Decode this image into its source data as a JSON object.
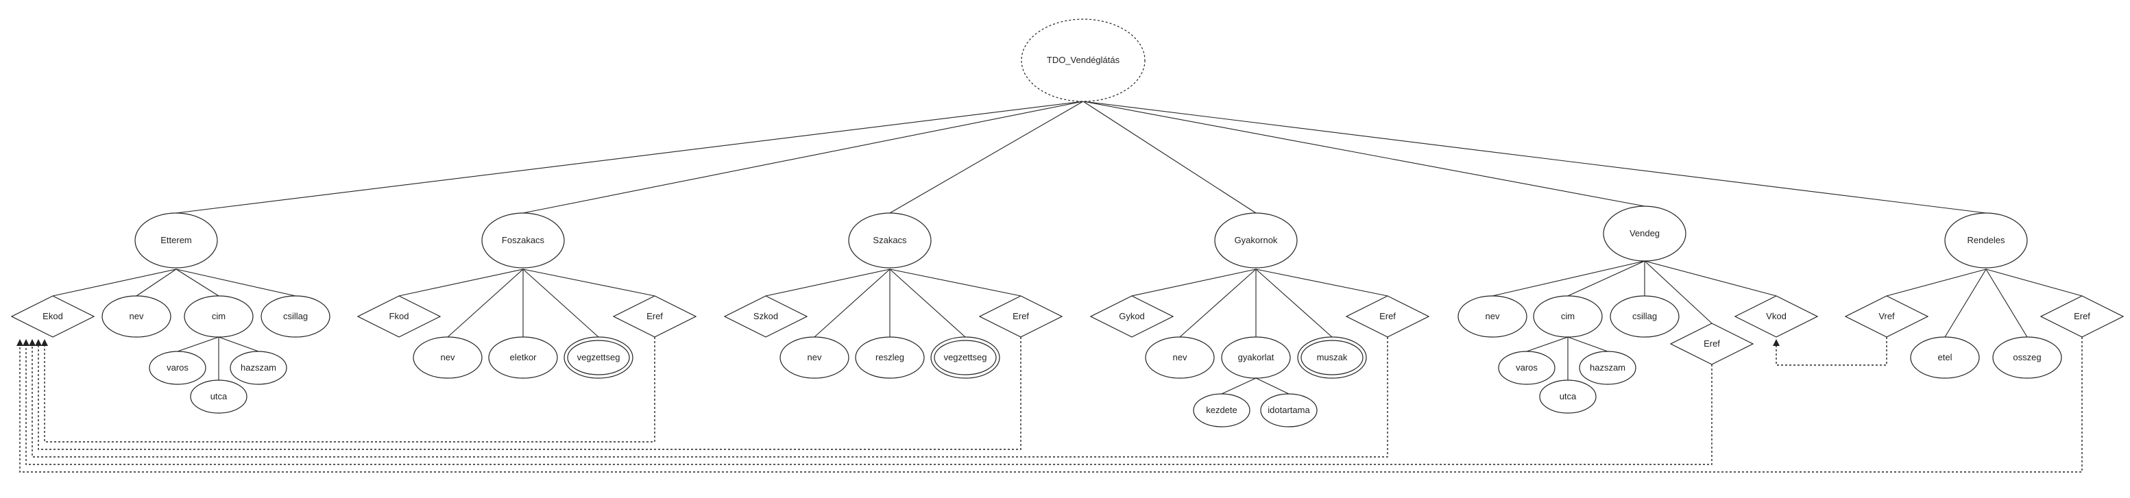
{
  "diagram": {
    "root": "TDO_Vendéglátás",
    "entities": [
      {
        "id": "etterem",
        "label": "Etterem"
      },
      {
        "id": "foszakacs",
        "label": "Foszakacs"
      },
      {
        "id": "szakacs",
        "label": "Szakacs"
      },
      {
        "id": "gyakornok",
        "label": "Gyakornok"
      },
      {
        "id": "vendeg",
        "label": "Vendeg"
      },
      {
        "id": "rendeles",
        "label": "Rendeles"
      }
    ],
    "nodes": [
      {
        "id": "etterem_ekod",
        "label": "Ekod",
        "kind": "key",
        "parent": "etterem"
      },
      {
        "id": "etterem_nev",
        "label": "nev",
        "kind": "attr",
        "parent": "etterem"
      },
      {
        "id": "etterem_cim",
        "label": "cim",
        "kind": "attr",
        "parent": "etterem"
      },
      {
        "id": "etterem_csillag",
        "label": "csillag",
        "kind": "attr",
        "parent": "etterem"
      },
      {
        "id": "etterem_varos",
        "label": "varos",
        "kind": "attr",
        "parent": "etterem_cim"
      },
      {
        "id": "etterem_utca",
        "label": "utca",
        "kind": "attr",
        "parent": "etterem_cim"
      },
      {
        "id": "etterem_hazszam",
        "label": "hazszam",
        "kind": "attr",
        "parent": "etterem_cim"
      },
      {
        "id": "foszakacs_fkod",
        "label": "Fkod",
        "kind": "key",
        "parent": "foszakacs"
      },
      {
        "id": "foszakacs_nev",
        "label": "nev",
        "kind": "attr",
        "parent": "foszakacs"
      },
      {
        "id": "foszakacs_eletkor",
        "label": "eletkor",
        "kind": "attr",
        "parent": "foszakacs"
      },
      {
        "id": "foszakacs_vegzettseg",
        "label": "vegzettseg",
        "kind": "multi",
        "parent": "foszakacs"
      },
      {
        "id": "foszakacs_eref",
        "label": "Eref",
        "kind": "key",
        "parent": "foszakacs"
      },
      {
        "id": "szakacs_szkod",
        "label": "Szkod",
        "kind": "key",
        "parent": "szakacs"
      },
      {
        "id": "szakacs_nev",
        "label": "nev",
        "kind": "attr",
        "parent": "szakacs"
      },
      {
        "id": "szakacs_reszleg",
        "label": "reszleg",
        "kind": "attr",
        "parent": "szakacs"
      },
      {
        "id": "szakacs_vegzettseg",
        "label": "vegzettseg",
        "kind": "multi",
        "parent": "szakacs"
      },
      {
        "id": "szakacs_eref",
        "label": "Eref",
        "kind": "key",
        "parent": "szakacs"
      },
      {
        "id": "gyakornok_gykod",
        "label": "Gykod",
        "kind": "key",
        "parent": "gyakornok"
      },
      {
        "id": "gyakornok_nev",
        "label": "nev",
        "kind": "attr",
        "parent": "gyakornok"
      },
      {
        "id": "gyakornok_gyakorlat",
        "label": "gyakorlat",
        "kind": "attr",
        "parent": "gyakornok"
      },
      {
        "id": "gyakornok_muszak",
        "label": "muszak",
        "kind": "multi",
        "parent": "gyakornok"
      },
      {
        "id": "gyakornok_eref",
        "label": "Eref",
        "kind": "key",
        "parent": "gyakornok"
      },
      {
        "id": "gyakornok_kezdete",
        "label": "kezdete",
        "kind": "attr",
        "parent": "gyakornok_gyakorlat"
      },
      {
        "id": "gyakornok_idotartama",
        "label": "idotartama",
        "kind": "attr",
        "parent": "gyakornok_gyakorlat"
      },
      {
        "id": "vendeg_nev",
        "label": "nev",
        "kind": "attr",
        "parent": "vendeg"
      },
      {
        "id": "vendeg_cim",
        "label": "cim",
        "kind": "attr",
        "parent": "vendeg"
      },
      {
        "id": "vendeg_csillag",
        "label": "csillag",
        "kind": "attr",
        "parent": "vendeg"
      },
      {
        "id": "vendeg_eref",
        "label": "Eref",
        "kind": "key",
        "parent": "vendeg"
      },
      {
        "id": "vendeg_vkod",
        "label": "Vkod",
        "kind": "key",
        "parent": "vendeg"
      },
      {
        "id": "vendeg_varos",
        "label": "varos",
        "kind": "attr",
        "parent": "vendeg_cim"
      },
      {
        "id": "vendeg_utca",
        "label": "utca",
        "kind": "attr",
        "parent": "vendeg_cim"
      },
      {
        "id": "vendeg_hazszam",
        "label": "hazszam",
        "kind": "attr",
        "parent": "vendeg_cim"
      },
      {
        "id": "rendeles_vref",
        "label": "Vref",
        "kind": "key",
        "parent": "rendeles"
      },
      {
        "id": "rendeles_etel",
        "label": "etel",
        "kind": "attr",
        "parent": "rendeles"
      },
      {
        "id": "rendeles_osszeg",
        "label": "osszeg",
        "kind": "attr",
        "parent": "rendeles"
      },
      {
        "id": "rendeles_eref",
        "label": "Eref",
        "kind": "key",
        "parent": "rendeles"
      }
    ],
    "references": [
      {
        "from": "foszakacs_eref",
        "to": "etterem_ekod"
      },
      {
        "from": "szakacs_eref",
        "to": "etterem_ekod"
      },
      {
        "from": "gyakornok_eref",
        "to": "etterem_ekod"
      },
      {
        "from": "vendeg_eref",
        "to": "etterem_ekod"
      },
      {
        "from": "rendeles_eref",
        "to": "etterem_ekod"
      },
      {
        "from": "rendeles_vref",
        "to": "vendeg_vkod"
      }
    ]
  }
}
